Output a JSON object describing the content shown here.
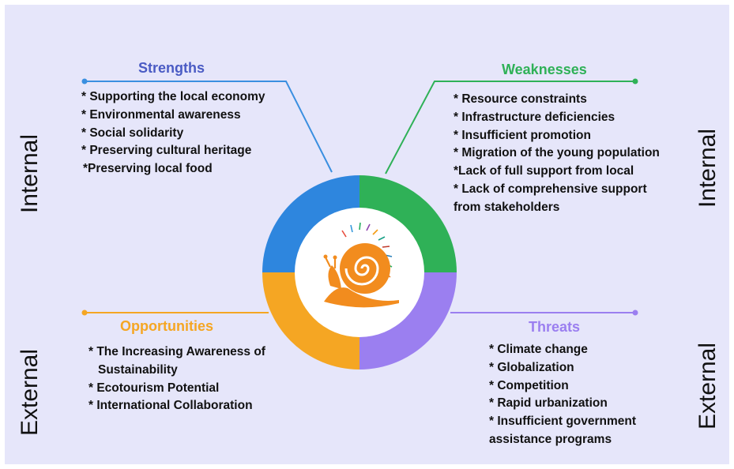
{
  "side_labels": {
    "left_top": "Internal",
    "left_bottom": "External",
    "right_top": "Internal",
    "right_bottom": "External"
  },
  "colors": {
    "strengths": "#2e86de",
    "weaknesses": "#2fb157",
    "opportunities": "#f5a623",
    "threats": "#9b7ff0",
    "background": "#e6e6fa"
  },
  "strengths": {
    "heading": "Strengths",
    "items": [
      "* Supporting the local economy",
      "* Environmental awareness",
      "* Social solidarity",
      "* Preserving cultural heritage",
      "*Preserving local food"
    ]
  },
  "weaknesses": {
    "heading": "Weaknesses",
    "items": [
      "* Resource constraints",
      "* Infrastructure deficiencies",
      "* Insufficient promotion",
      "* Migration of the young population",
      "*Lack of full support from local",
      "* Lack of comprehensive support",
      "from stakeholders"
    ]
  },
  "opportunities": {
    "heading": "Opportunities",
    "items": [
      "* The Increasing Awareness of",
      "Sustainability",
      "* Ecotourism Potential",
      "* International Collaboration"
    ]
  },
  "threats": {
    "heading": "Threats",
    "items": [
      "* Climate change",
      "* Globalization",
      "* Competition",
      "* Rapid urbanization",
      "* Insufficient government",
      "assistance programs"
    ]
  },
  "center_icon": "snail-logo-icon"
}
